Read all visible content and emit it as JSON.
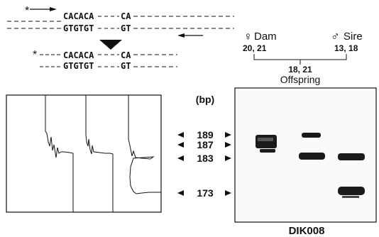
{
  "schematic": {
    "top_strand": "CACACA",
    "top_strand_end": "CA",
    "bottom_strand": "GTGTGT",
    "bottom_strand_end": "GT",
    "product_top": "CACACA",
    "product_top_end": "CA",
    "product_bottom": "GTGTGT",
    "product_bottom_end": "GT",
    "label_marker": "*"
  },
  "pedigree": {
    "dam_symbol": "♀",
    "dam_label": "Dam",
    "dam_alleles": "20, 21",
    "sire_symbol": "♂",
    "sire_label": "Sire",
    "sire_alleles": "13, 18",
    "offspring_alleles": "18, 21",
    "offspring_label": "Offspring"
  },
  "gel": {
    "unit_label": "(bp)",
    "markers": [
      "189",
      "187",
      "183",
      "173"
    ],
    "marker_name": "DIK008"
  },
  "colors": {
    "ink": "#111111",
    "band": "#1a1a1a",
    "blot_bg": "#fafafa"
  }
}
